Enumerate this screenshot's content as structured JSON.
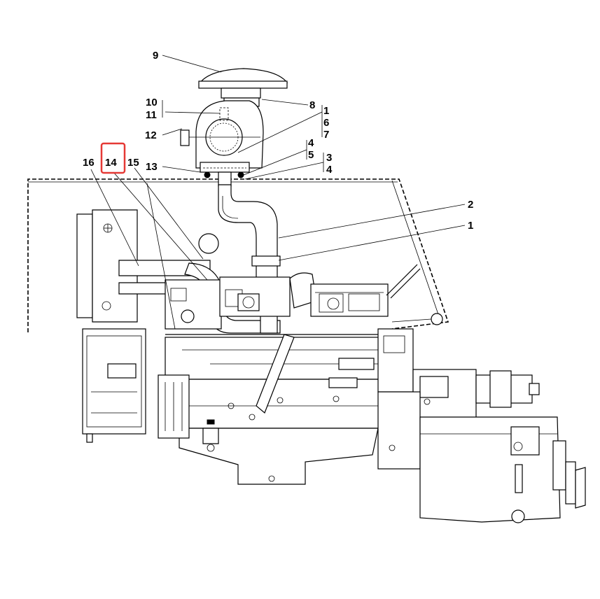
{
  "callouts": {
    "c9": "9",
    "c10": "10",
    "c11": "11",
    "c12": "12",
    "c13": "13",
    "c14": "14",
    "c15": "15",
    "c16": "16",
    "c8": "8",
    "c1a": "1",
    "c6": "6",
    "c7": "7",
    "c4a": "4",
    "c5": "5",
    "c3": "3",
    "c4b": "4",
    "c2": "2",
    "c1b": "1"
  },
  "highlight": {
    "target": "14",
    "color": "#e53935"
  },
  "colors": {
    "line": "#000000",
    "background": "#ffffff"
  }
}
